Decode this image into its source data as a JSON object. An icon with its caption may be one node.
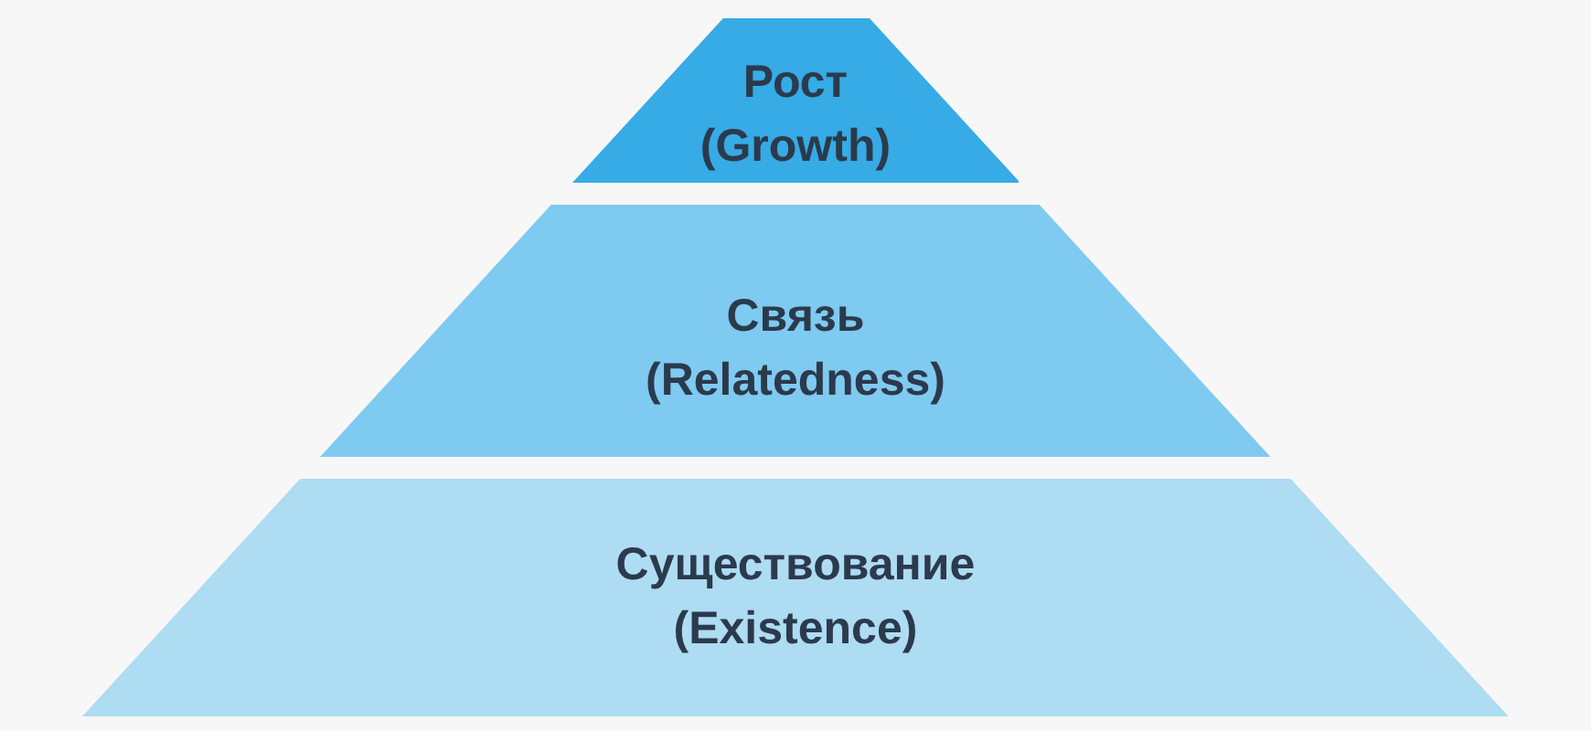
{
  "diagram": {
    "nodes": [
      {
        "text": [
          "Рост (Growth)"
        ]
      },
      {
        "text": [
          "Связь (Relatedness)"
        ]
      },
      {
        "text": [
          "Существование (Existence)"
        ]
      }
    ]
  }
}
